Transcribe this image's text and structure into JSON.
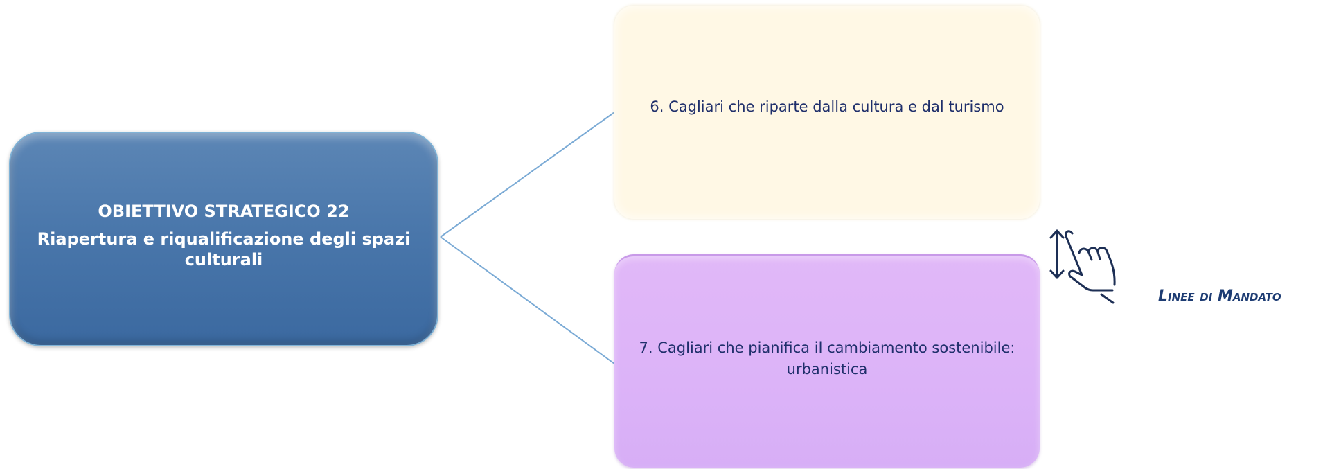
{
  "objective": {
    "title": "OBIETTIVO STRATEGICO 22",
    "subtitle": "Riapertura e riqualificazione degli spazi culturali"
  },
  "mandate_lines": [
    {
      "label": "6. Cagliari che riparte dalla cultura e dal turismo",
      "color": "#fff8e5"
    },
    {
      "label": "7. Cagliari che pianifica il cambiamento sostenibile: urbanistica",
      "color": "#dcb3f8"
    }
  ],
  "legend": {
    "label": "Linee di Mandato",
    "icon": "hand-swipe-vertical-icon"
  },
  "colors": {
    "objective_box": "#4a77ab",
    "connector": "#7aaad5",
    "text_dark": "#1f2f6b",
    "legend_text": "#1d3c73"
  }
}
